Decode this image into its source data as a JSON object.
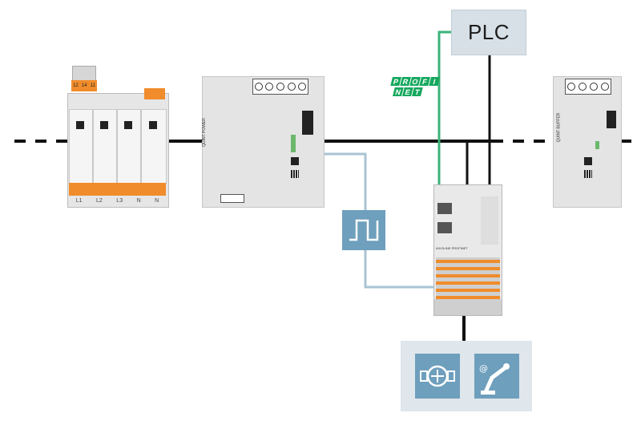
{
  "plc": {
    "label": "PLC"
  },
  "profinet": {
    "row1": [
      "P",
      "R",
      "O",
      "F",
      "I"
    ],
    "row2": [
      "N",
      "E",
      "T"
    ]
  },
  "surge": {
    "terminal_numbers": [
      "12",
      "14",
      "11"
    ],
    "bottom_labels": [
      "L1",
      "L2",
      "L3",
      "N",
      "N"
    ]
  },
  "power_supply": {
    "title": "QUINT POWER"
  },
  "buffer": {
    "title": "QUINT BUFFER"
  },
  "io_module": {
    "title": "AXIOLINE PROFINET"
  },
  "colors": {
    "power_line": "#111111",
    "signal_line": "#a9c4d3",
    "profinet_line": "#3bb37a",
    "accent": "#f08c2b",
    "icon_bg": "#6e9fbd",
    "plc_bg": "#d7e0e7"
  }
}
